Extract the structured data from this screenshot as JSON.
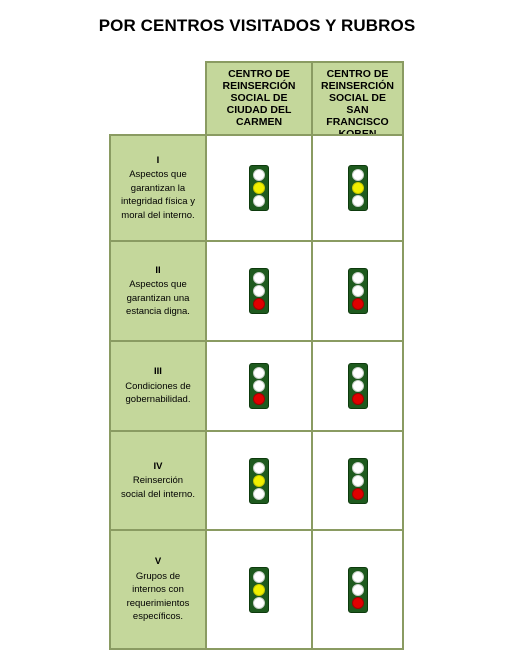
{
  "title": "POR CENTROS VISITADOS Y RUBROS",
  "columns": [
    {
      "label": "CENTRO DE\nREINSERCIÓN\nSOCIAL DE\nCIUDAD DEL\nCARMEN"
    },
    {
      "label": "CENTRO DE\nREINSERCIÓN\nSOCIAL DE\nSAN\nFRANCISCO\nKOBEN"
    }
  ],
  "rows": [
    {
      "number": "I",
      "text": "Aspectos que\ngarantizan la\nintegridad física y\nmoral del interno.",
      "status": [
        "yellow",
        "yellow"
      ]
    },
    {
      "number": "II",
      "text": "Aspectos que\ngarantizan una\nestancia digna.",
      "status": [
        "red",
        "red"
      ]
    },
    {
      "number": "III",
      "text": "Condiciones de\ngobernabilidad.",
      "status": [
        "red",
        "red"
      ]
    },
    {
      "number": "IV",
      "text": "Reinserción\nsocial del interno.",
      "status": [
        "yellow",
        "red"
      ]
    },
    {
      "number": "V",
      "text": "Grupos de\ninternos con\nrequerimientos\nespecíficos.",
      "status": [
        "yellow",
        "red"
      ]
    }
  ],
  "colors": {
    "header_bg": "#c4d79b",
    "border": "#8a9b62",
    "semaforo_body": "#1e5a1e",
    "light_yellow": "#f0f000",
    "light_red": "#e00000",
    "light_off": "#ffffff"
  }
}
